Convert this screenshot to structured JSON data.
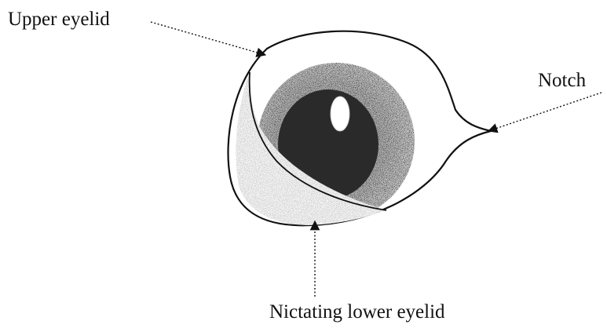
{
  "labels": {
    "upper_eyelid": "Upper eyelid",
    "notch": "Notch",
    "nictating_lower_eyelid": "Nictating lower eyelid"
  },
  "colors": {
    "ink": "#111111",
    "pupil": "#2a2a2a",
    "iris_stipple": "#8a8a8a"
  }
}
